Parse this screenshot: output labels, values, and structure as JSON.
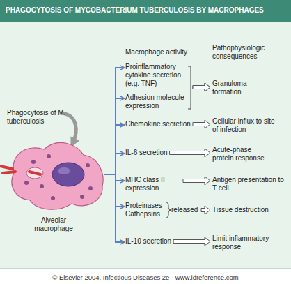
{
  "diagram": {
    "title": "PHAGOCYTOSIS OF MYCOBACTERIUM TUBERCULOSIS BY MACROPHAGES",
    "caption": "© Elsevier 2004. Infectious Diseases 2e - www.idreference.com",
    "nodes": [
      {
        "text": [
          "Alveolar macrophage"
        ]
      },
      {
        "text": [
          "Proinflammatory cytokine secretion (e.g. TNF)"
        ]
      },
      {
        "text": [
          "Adhesion molecule expression"
        ]
      },
      {
        "text": [
          "Granuloma formation"
        ]
      },
      {
        "text": [
          "Chemokine secretion"
        ]
      },
      {
        "text": [
          "Cellular influx to site of infection"
        ]
      },
      {
        "text": [
          "IL-6 secretion"
        ]
      },
      {
        "text": [
          "Acute-phase protein response"
        ]
      },
      {
        "text": [
          "MHC class II expression"
        ]
      },
      {
        "text": [
          "Antigen presentation to T cell"
        ]
      },
      {
        "text": [
          "Proteinases",
          "Cathepsins"
        ]
      },
      {
        "text": [
          "Tissue destruction"
        ]
      },
      {
        "text": [
          "IL-10 secretion"
        ]
      },
      {
        "text": [
          "Limit inflammatory response"
        ]
      }
    ],
    "edges": [
      {
        "from": 0,
        "to": 1,
        "arrow": "to"
      },
      {
        "from": 0,
        "to": 2,
        "arrow": "to"
      },
      {
        "from": 0,
        "to": 4,
        "arrow": "to"
      },
      {
        "from": 0,
        "to": 6,
        "arrow": "to"
      },
      {
        "from": 0,
        "to": 8,
        "arrow": "to"
      },
      {
        "from": 0,
        "to": 10,
        "arrow": "to"
      },
      {
        "from": 0,
        "to": 12,
        "arrow": "to"
      },
      {
        "from": 1,
        "to": 3,
        "arrow": "to"
      },
      {
        "from": 2,
        "to": 3,
        "arrow": "to"
      },
      {
        "from": 4,
        "to": 5,
        "arrow": "to"
      },
      {
        "from": 6,
        "to": 7,
        "arrow": "to"
      },
      {
        "from": 8,
        "to": 9,
        "arrow": "to"
      },
      {
        "from": 10,
        "to": 11,
        "arrow": "to"
      },
      {
        "from": 12,
        "to": 13,
        "arrow": "to"
      }
    ],
    "labels": [
      "Macrophage activity",
      "Pathophysiologic consequences",
      "Phagocytosis of M. tuberculosis",
      "released"
    ]
  }
}
